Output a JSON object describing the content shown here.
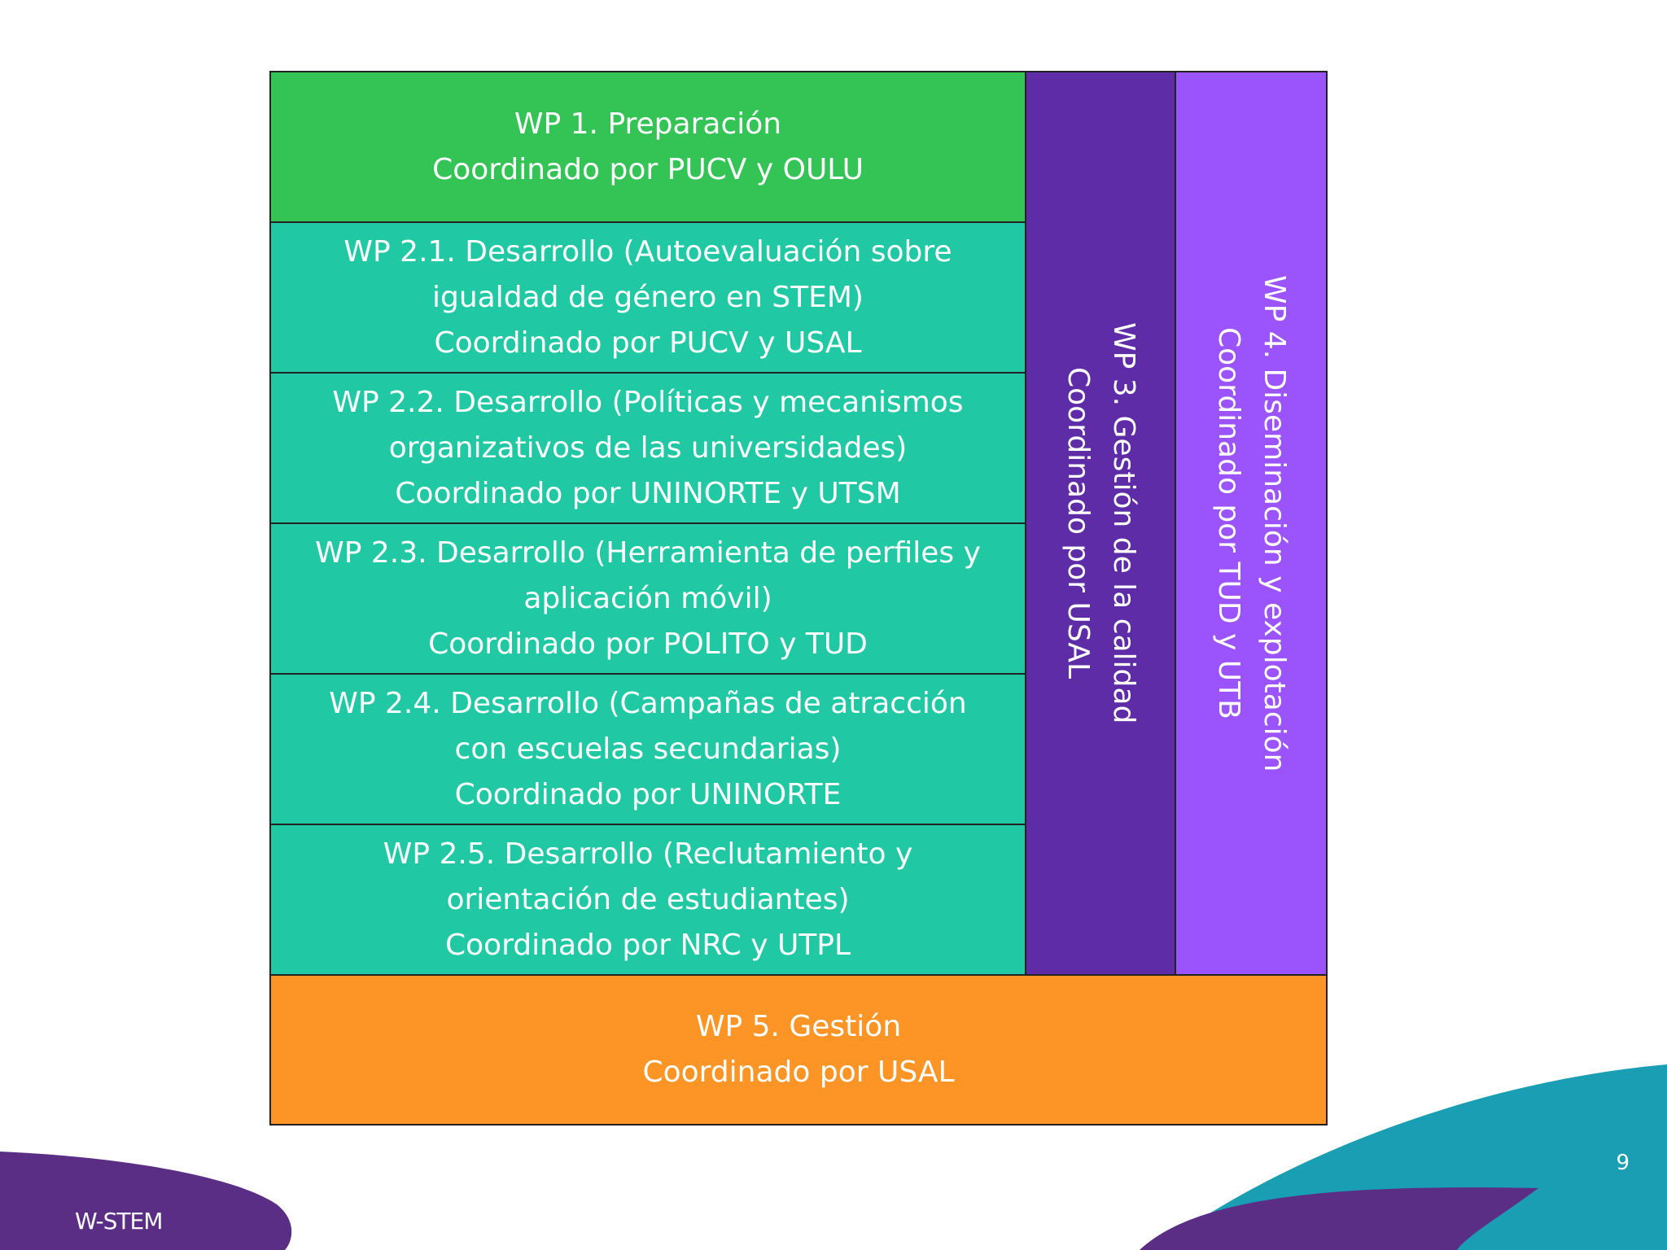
{
  "colors": {
    "prep": "#34c355",
    "dev": "#20c9a3",
    "quality": "#5e2ca6",
    "dissemination": "#9b54fb",
    "management": "#fc9426",
    "border": "#222222",
    "wave_teal": "#1a9eb4",
    "wave_purple": "#5b2e86"
  },
  "work_packages": {
    "wp1": {
      "title": "WP 1. Preparación",
      "coord": "Coordinado por PUCV y OULU"
    },
    "wp21": {
      "title": "WP 2.1. Desarrollo (Autoevaluación sobre",
      "title2": "igualdad de género en STEM)",
      "coord": "Coordinado por PUCV y USAL"
    },
    "wp22": {
      "title": "WP 2.2. Desarrollo (Políticas y mecanismos",
      "title2": "organizativos de las universidades)",
      "coord": "Coordinado por UNINORTE y UTSM"
    },
    "wp23": {
      "title": "WP 2.3. Desarrollo (Herramienta de perfiles y",
      "title2": "aplicación móvil)",
      "coord": "Coordinado por POLITO y TUD"
    },
    "wp24": {
      "title": "WP 2.4. Desarrollo (Campañas de atracción",
      "title2": "con escuelas secundarias)",
      "coord": "Coordinado por UNINORTE"
    },
    "wp25": {
      "title": "WP 2.5. Desarrollo (Reclutamiento y",
      "title2": "orientación de estudiantes)",
      "coord": "Coordinado por NRC y UTPL"
    },
    "wp3": {
      "title": "WP 3. Gestión de la calidad",
      "coord": "Coordinado por USAL"
    },
    "wp4": {
      "title": "WP 4. Diseminación y explotación",
      "coord": "Coordinado por TUD y UTB"
    },
    "wp5": {
      "title": "WP 5. Gestión",
      "coord": "Coordinado por USAL"
    }
  },
  "footer": {
    "brand": "W-STEM",
    "page_number": "9"
  }
}
